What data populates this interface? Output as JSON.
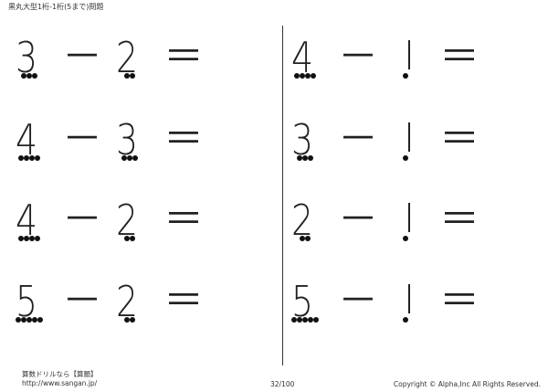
{
  "header": {
    "title": "黒丸大型1桁-1桁(5まで)問題"
  },
  "problems": {
    "left": [
      {
        "a": "3",
        "op": "－",
        "b": "2",
        "eq": "＝",
        "a_dots": 3,
        "b_dots": 2
      },
      {
        "a": "4",
        "op": "－",
        "b": "3",
        "eq": "＝",
        "a_dots": 4,
        "b_dots": 3
      },
      {
        "a": "4",
        "op": "－",
        "b": "2",
        "eq": "＝",
        "a_dots": 4,
        "b_dots": 2
      },
      {
        "a": "5",
        "op": "－",
        "b": "2",
        "eq": "＝",
        "a_dots": 5,
        "b_dots": 2
      }
    ],
    "right": [
      {
        "a": "4",
        "op": "－",
        "b": "1",
        "eq": "＝",
        "a_dots": 4,
        "b_dots": 1
      },
      {
        "a": "3",
        "op": "－",
        "b": "1",
        "eq": "＝",
        "a_dots": 3,
        "b_dots": 1
      },
      {
        "a": "2",
        "op": "－",
        "b": "1",
        "eq": "＝",
        "a_dots": 2,
        "b_dots": 1
      },
      {
        "a": "5",
        "op": "－",
        "b": "1",
        "eq": "＝",
        "a_dots": 5,
        "b_dots": 1
      }
    ]
  },
  "footer": {
    "site_name": "算数ドリルなら【算願】",
    "url": "http://www.sangan.jp/",
    "page": "32/100",
    "copyright": "Copyright © Alpha,Inc All Rights Reserved."
  },
  "colors": {
    "ink": "#222222",
    "dot": "#111111"
  }
}
